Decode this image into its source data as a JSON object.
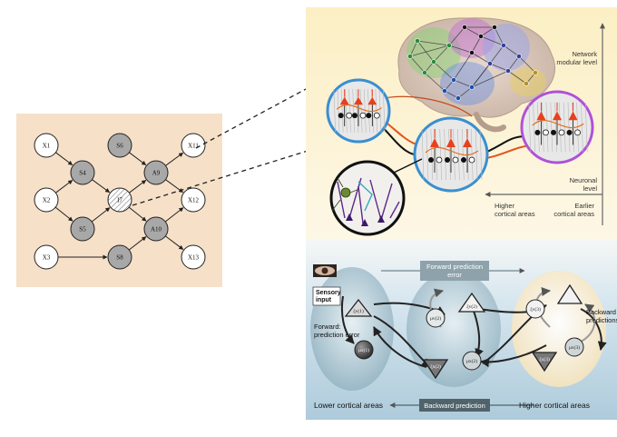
{
  "bayes_net": {
    "nodes": [
      {
        "id": "X1",
        "label": "X1",
        "kind": "observed"
      },
      {
        "id": "S6",
        "label": "S6",
        "kind": "hidden"
      },
      {
        "id": "X11",
        "label": "X11",
        "kind": "observed"
      },
      {
        "id": "S4",
        "label": "S4",
        "kind": "hidden"
      },
      {
        "id": "A9",
        "label": "A9",
        "kind": "hidden"
      },
      {
        "id": "X2",
        "label": "X2",
        "kind": "observed"
      },
      {
        "id": "I7",
        "label": "I7",
        "kind": "highlight"
      },
      {
        "id": "X12",
        "label": "X12",
        "kind": "observed"
      },
      {
        "id": "S5",
        "label": "S5",
        "kind": "hidden"
      },
      {
        "id": "A10",
        "label": "A10",
        "kind": "hidden"
      },
      {
        "id": "X3",
        "label": "X3",
        "kind": "observed"
      },
      {
        "id": "S8",
        "label": "S8",
        "kind": "hidden"
      },
      {
        "id": "X13",
        "label": "X13",
        "kind": "observed"
      }
    ]
  },
  "top_panel": {
    "network_label_1": "Network",
    "network_label_2": "modular level",
    "neuronal_label_1": "Neuronal",
    "neuronal_label_2": "level",
    "higher_label_1": "Higher",
    "higher_label_2": "cortical areas",
    "earlier_label_1": "Earlier",
    "earlier_label_2": "cortical areas"
  },
  "bottom_panel": {
    "forward_error_1": "Forward prediction",
    "forward_error_2": "error",
    "sensory_1": "Sensory",
    "sensory_2": "input",
    "forward_1": "Forward:",
    "forward_2": "prediction error",
    "backward_1": "Backward",
    "backward_2": "predictions",
    "lower_areas": "Lower cortical areas",
    "backward_prediction": "Backward prediction",
    "higher_areas": "Higher cortical areas",
    "sym_xi_v1": "ξv(1)",
    "sym_mu_x1": "μx(1)",
    "sym_xi_v2": "ξv(2)",
    "sym_mu_v2": "μv(2)",
    "sym_mu_x2": "μx(2)",
    "sym_xi_x2": "ξx(2)",
    "sym_xi_v3": "ξv(3)",
    "sym_mu_x3": "μx(3)",
    "sym_xi_x3": "ξx(3)"
  },
  "colors": {
    "left_bg": "#f6e0c8",
    "node_observed": "#ffffff",
    "node_hidden": "#a8a8a8",
    "top_bg": "#fbf0cf",
    "bottom_bg": "#d3e4ee",
    "circle_blue": "#3a8fd0",
    "circle_purple": "#b050d8",
    "circle_black": "#111111",
    "neuron_red": "#e8401c",
    "banner": "#6f8690"
  }
}
